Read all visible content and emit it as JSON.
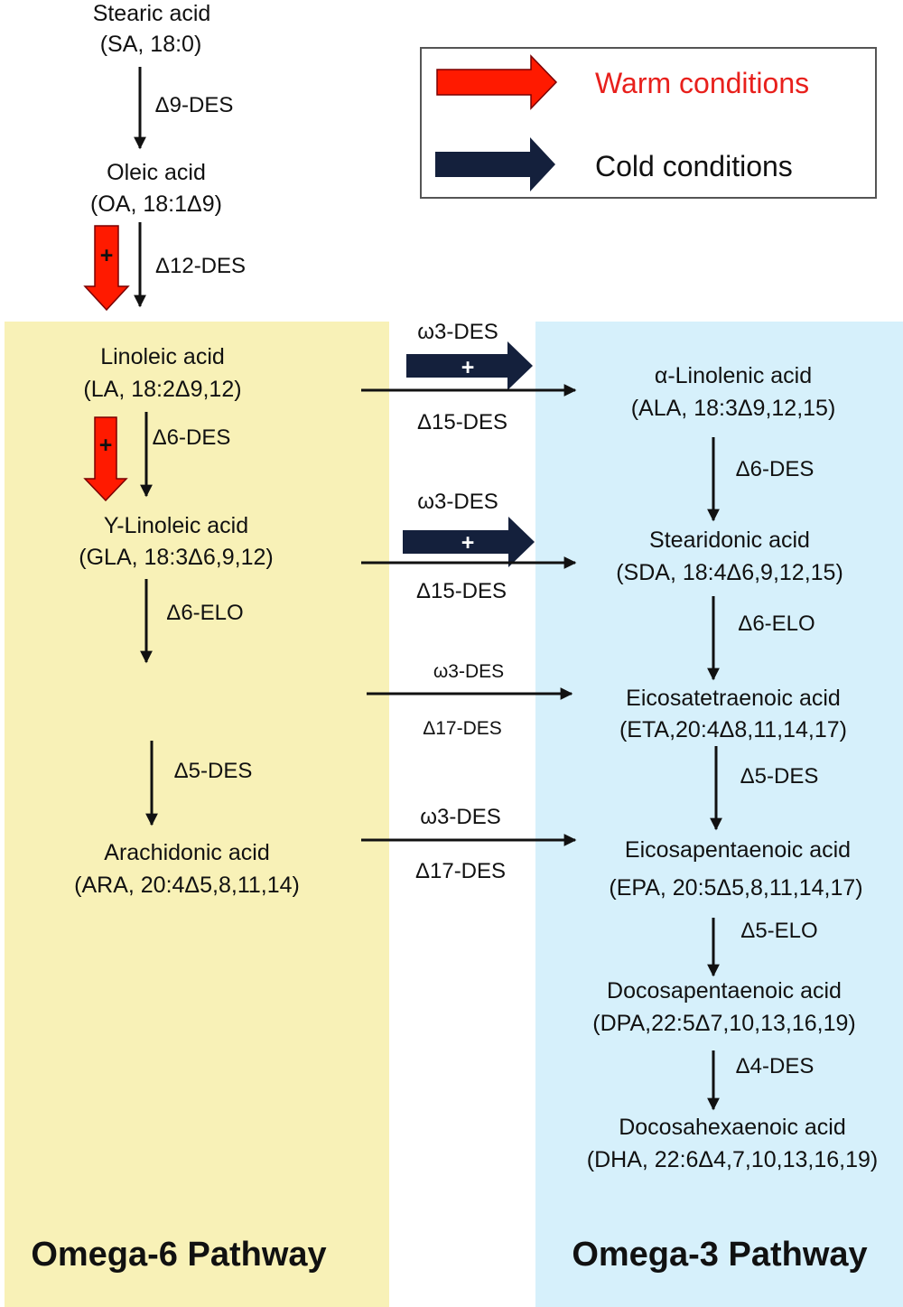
{
  "legend": {
    "warm": {
      "label": "Warm conditions",
      "color": "#ff1a00"
    },
    "cold": {
      "label": "Cold conditions",
      "color": "#14203c"
    }
  },
  "colors": {
    "omega6_panel": "#f8f1b7",
    "omega3_panel": "#d6f0fb",
    "arrow": "#111111"
  },
  "top": {
    "stearic": {
      "name": "Stearic acid",
      "formula": "(SA, 18:0)"
    },
    "d9": "Δ9-DES",
    "oleic": {
      "name": "Oleic acid",
      "formula": "(OA, 18:1Δ9)"
    },
    "d12": "Δ12-DES",
    "warm_sign": "+"
  },
  "omega6": {
    "title": "Omega-6 Pathway",
    "la": {
      "name": "Linoleic acid",
      "formula": "(LA, 18:2Δ9,12)"
    },
    "d6des": "Δ6-DES",
    "warm_sign": "+",
    "gla": {
      "name": "Y-Linoleic acid",
      "formula": "(GLA, 18:3Δ6,9,12)"
    },
    "d6elo": "Δ6-ELO",
    "d5des": "Δ5-DES",
    "ara": {
      "name": "Arachidonic acid",
      "formula": "(ARA, 20:4Δ5,8,11,14)"
    }
  },
  "cross": {
    "la_ala": {
      "top": "ω3-DES",
      "bottom": "Δ15-DES",
      "cold_sign": "+"
    },
    "gla_sda": {
      "top": "ω3-DES",
      "bottom": "Δ15-DES",
      "cold_sign": "+"
    },
    "to_eta": {
      "top": "ω3-DES",
      "bottom": "Δ17-DES"
    },
    "ara_epa": {
      "top": "ω3-DES",
      "bottom": "Δ17-DES"
    }
  },
  "omega3": {
    "title": "Omega-3 Pathway",
    "ala": {
      "name": "α-Linolenic acid",
      "formula": "(ALA, 18:3Δ9,12,15)"
    },
    "d6des": "Δ6-DES",
    "sda": {
      "name": "Stearidonic acid",
      "formula": "(SDA, 18:4Δ6,9,12,15)"
    },
    "d6elo": "Δ6-ELO",
    "eta": {
      "name": "Eicosatetraenoic acid",
      "formula": "(ETA,20:4Δ8,11,14,17)"
    },
    "d5des": "Δ5-DES",
    "epa": {
      "name": "Eicosapentaenoic acid",
      "formula": "(EPA, 20:5Δ5,8,11,14,17)"
    },
    "d5elo": "Δ5-ELO",
    "dpa": {
      "name": "Docosapentaenoic acid",
      "formula": "(DPA,22:5Δ7,10,13,16,19)"
    },
    "d4des": "Δ4-DES",
    "dha": {
      "name": "Docosahexaenoic acid",
      "formula": "(DHA, 22:6Δ4,7,10,13,16,19)"
    }
  }
}
